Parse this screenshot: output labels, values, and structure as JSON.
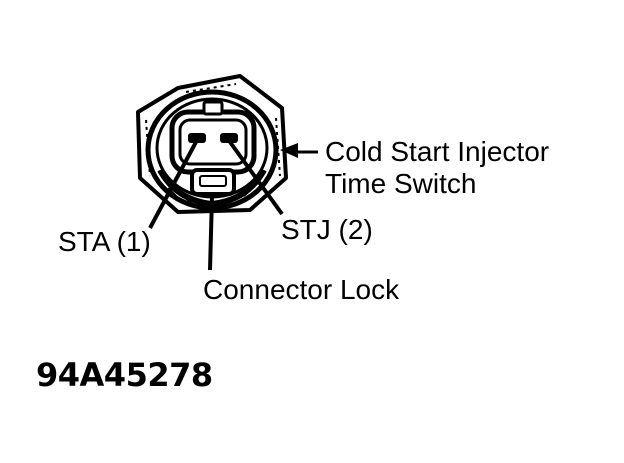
{
  "labels": {
    "component_line1": "Cold Start Injector",
    "component_line2": "Time Switch",
    "terminal_1": "STA (1)",
    "terminal_2": "STJ (2)",
    "connector_lock": "Connector Lock"
  },
  "figure_id": "94A45278",
  "colors": {
    "ink": "#000000",
    "paper": "#ffffff"
  }
}
